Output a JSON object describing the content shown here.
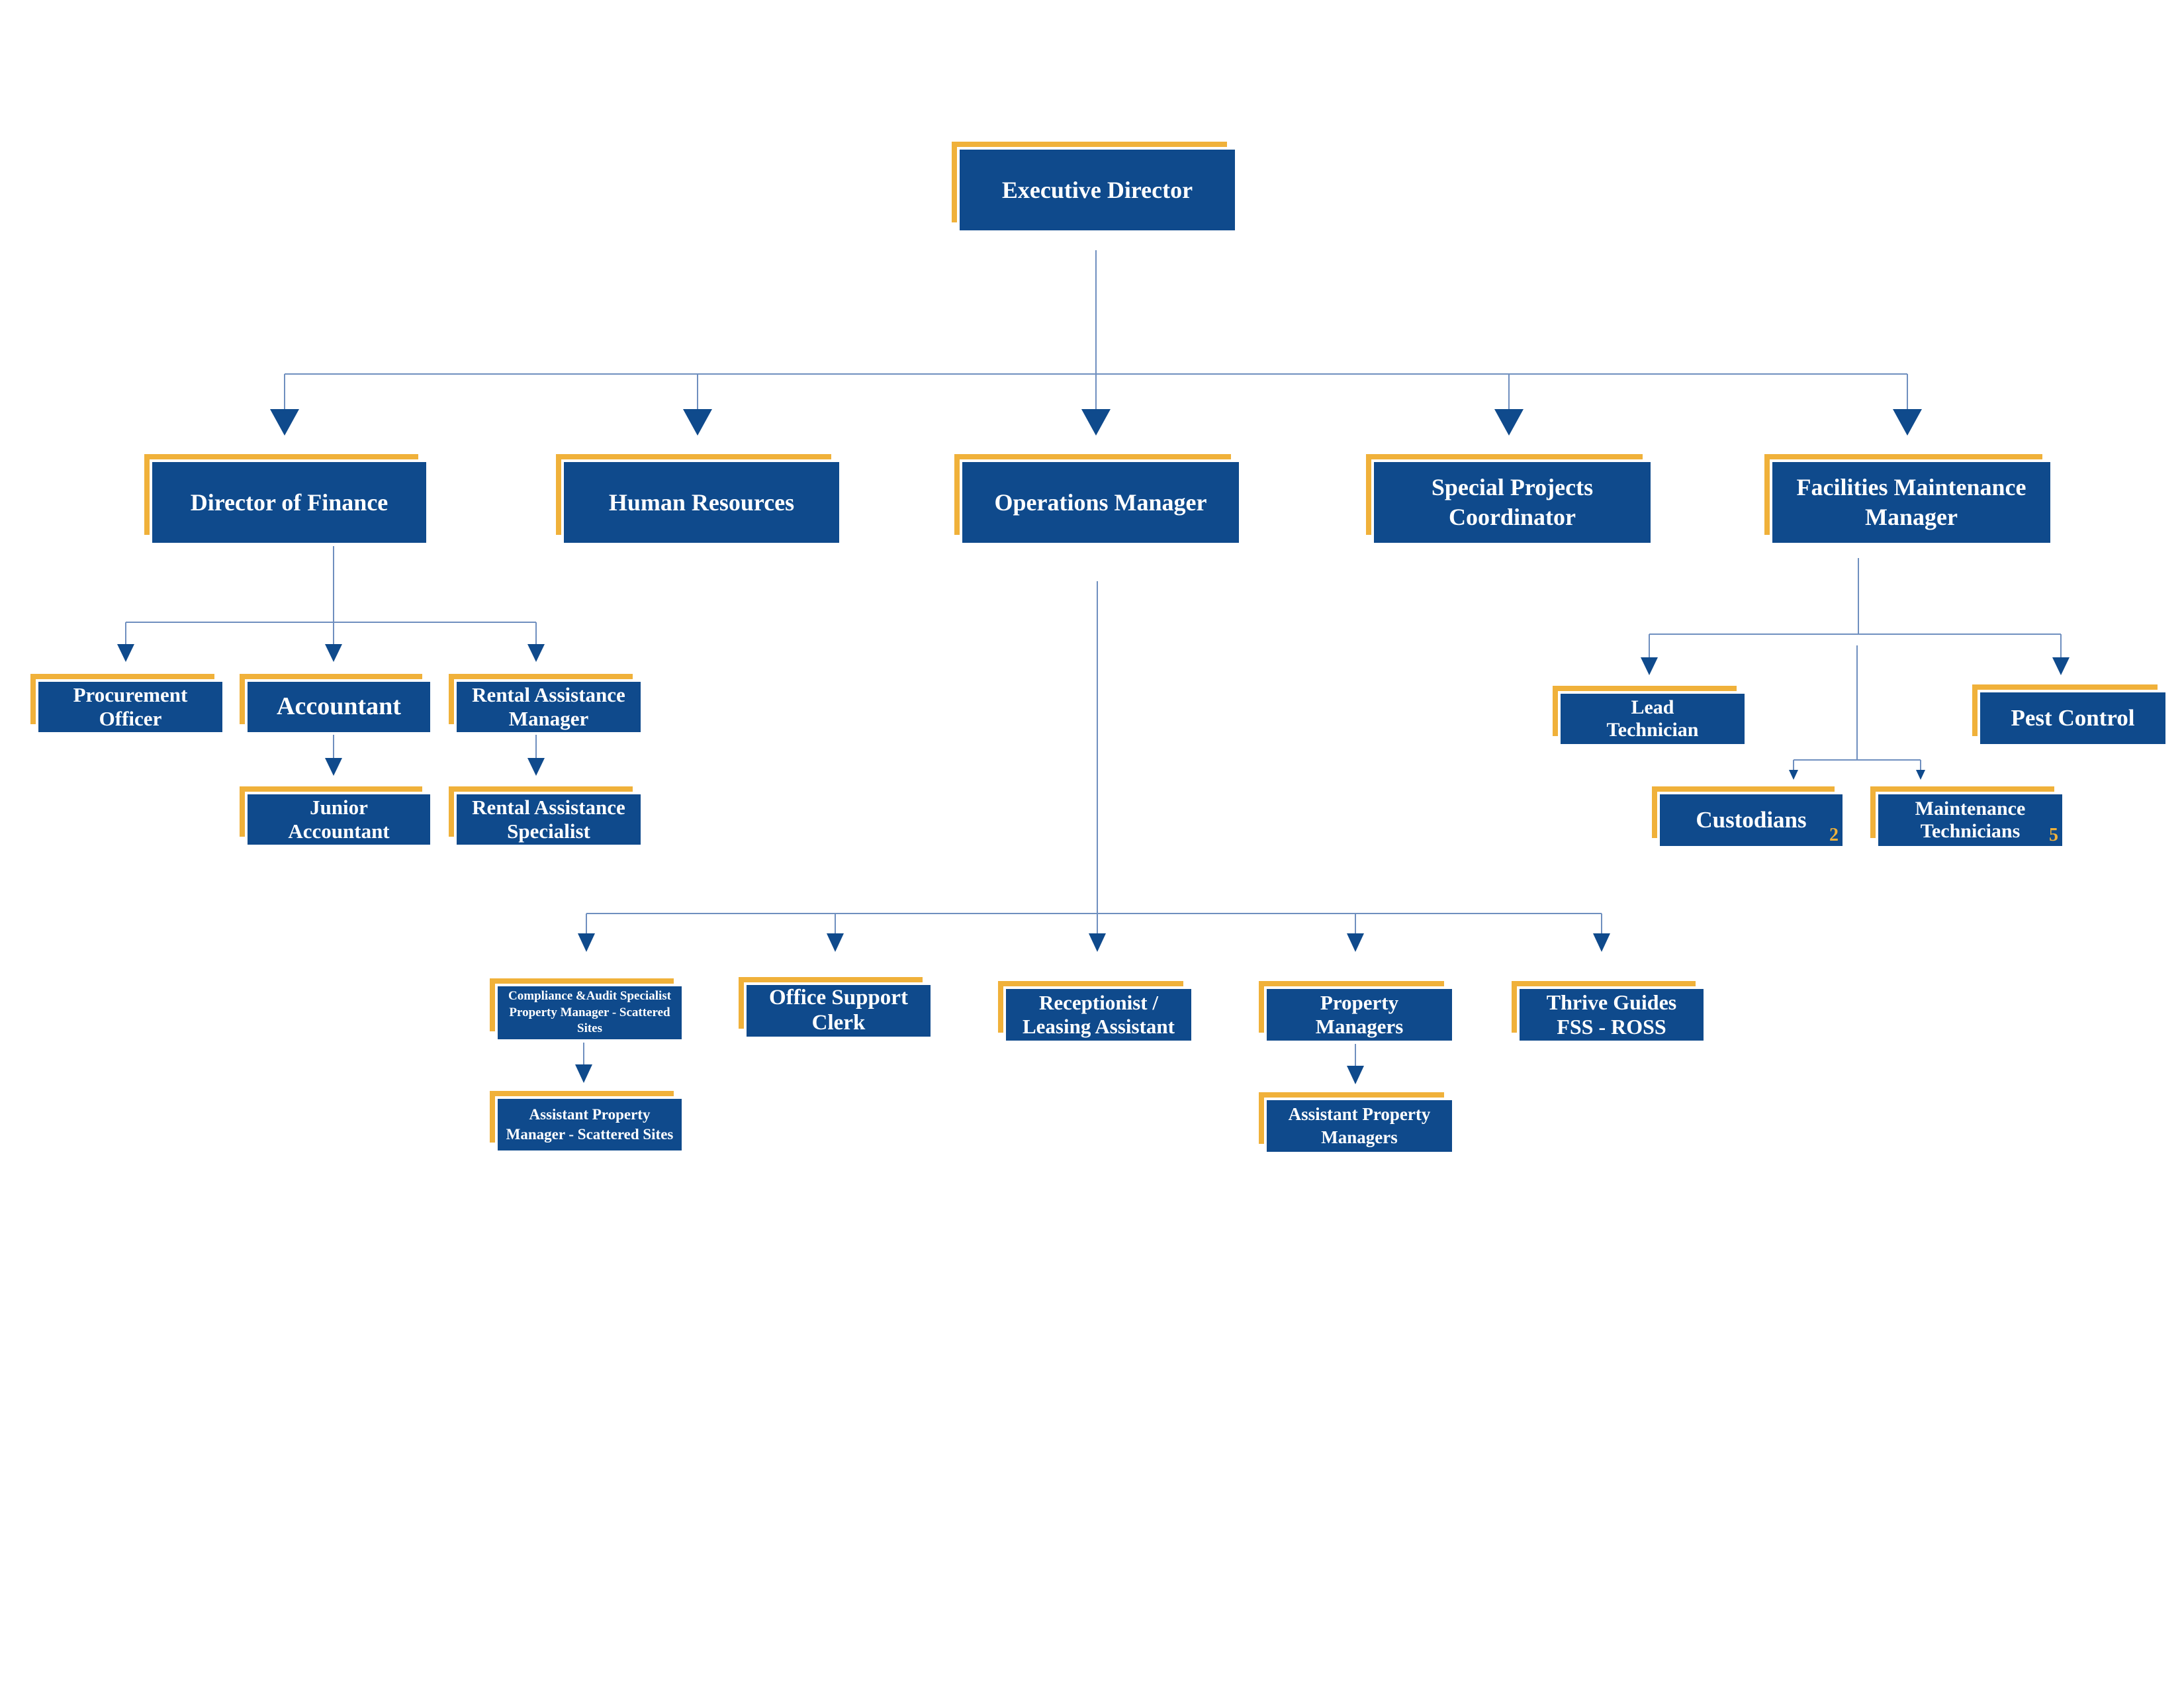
{
  "colors": {
    "box_fill": "#0f4a8c",
    "accent": "#f0b13a",
    "line": "#6f8fbf",
    "arrow": "#0f4a8c",
    "text": "#ffffff",
    "background": "#ffffff"
  },
  "nodes": {
    "executive_director": {
      "line1": "Executive Director",
      "line2": ""
    },
    "director_of_finance": {
      "line1": "Director of Finance",
      "line2": ""
    },
    "human_resources": {
      "line1": "Human Resources",
      "line2": ""
    },
    "operations_manager": {
      "line1": "Operations Manager",
      "line2": ""
    },
    "special_projects_coordinator": {
      "line1": "Special Projects",
      "line2": "Coordinator"
    },
    "facilities_maintenance_manager": {
      "line1": "Facilities Maintenance",
      "line2": "Manager"
    },
    "procurement_officer": {
      "line1": "Procurement",
      "line2": "Officer"
    },
    "accountant": {
      "line1": "Accountant",
      "line2": ""
    },
    "rental_assistance_manager": {
      "line1": "Rental Assistance",
      "line2": "Manager"
    },
    "junior_accountant": {
      "line1": "Junior",
      "line2": "Accountant"
    },
    "rental_assistance_specialist": {
      "line1": "Rental Assistance",
      "line2": "Specialist"
    },
    "lead_technician": {
      "line1": "Lead",
      "line2": "Technician"
    },
    "pest_control": {
      "line1": "Pest Control",
      "line2": ""
    },
    "custodians": {
      "line1": "Custodians",
      "line2": "",
      "count": "2"
    },
    "maintenance_technicians": {
      "line1": "Maintenance",
      "line2": "Technicians",
      "count": "5"
    },
    "compliance_audit_specialist": {
      "line1": "Compliance &Audit Specialist",
      "line2": "Property Manager - Scattered",
      "line3": "Sites"
    },
    "office_support_clerk": {
      "line1": "Office Support",
      "line2": "Clerk"
    },
    "receptionist_leasing_assistant": {
      "line1": "Receptionist /",
      "line2": "Leasing Assistant"
    },
    "property_managers": {
      "line1": "Property",
      "line2": "Managers"
    },
    "thrive_guides": {
      "line1": "Thrive Guides",
      "line2": "FSS - ROSS"
    },
    "assistant_property_manager_scattered": {
      "line1": "Assistant Property",
      "line2": "Manager - Scattered Sites"
    },
    "assistant_property_managers": {
      "line1": "Assistant Property",
      "line2": "Managers"
    }
  }
}
